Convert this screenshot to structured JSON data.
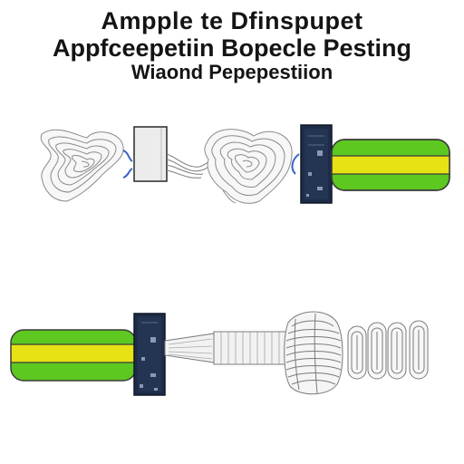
{
  "title": {
    "line1": "Ampple te Dfinspupet",
    "line2": "Appfceepetiin Bopecle Pesting",
    "line3": "Wiaond Pepepestiion"
  },
  "colors": {
    "green": "#5cc820",
    "yellow": "#e6e214",
    "navy": "#1e2c48",
    "outline": "#6b6b6b",
    "blue_clip": "#3a64c8",
    "panel": "#eeeeee"
  }
}
